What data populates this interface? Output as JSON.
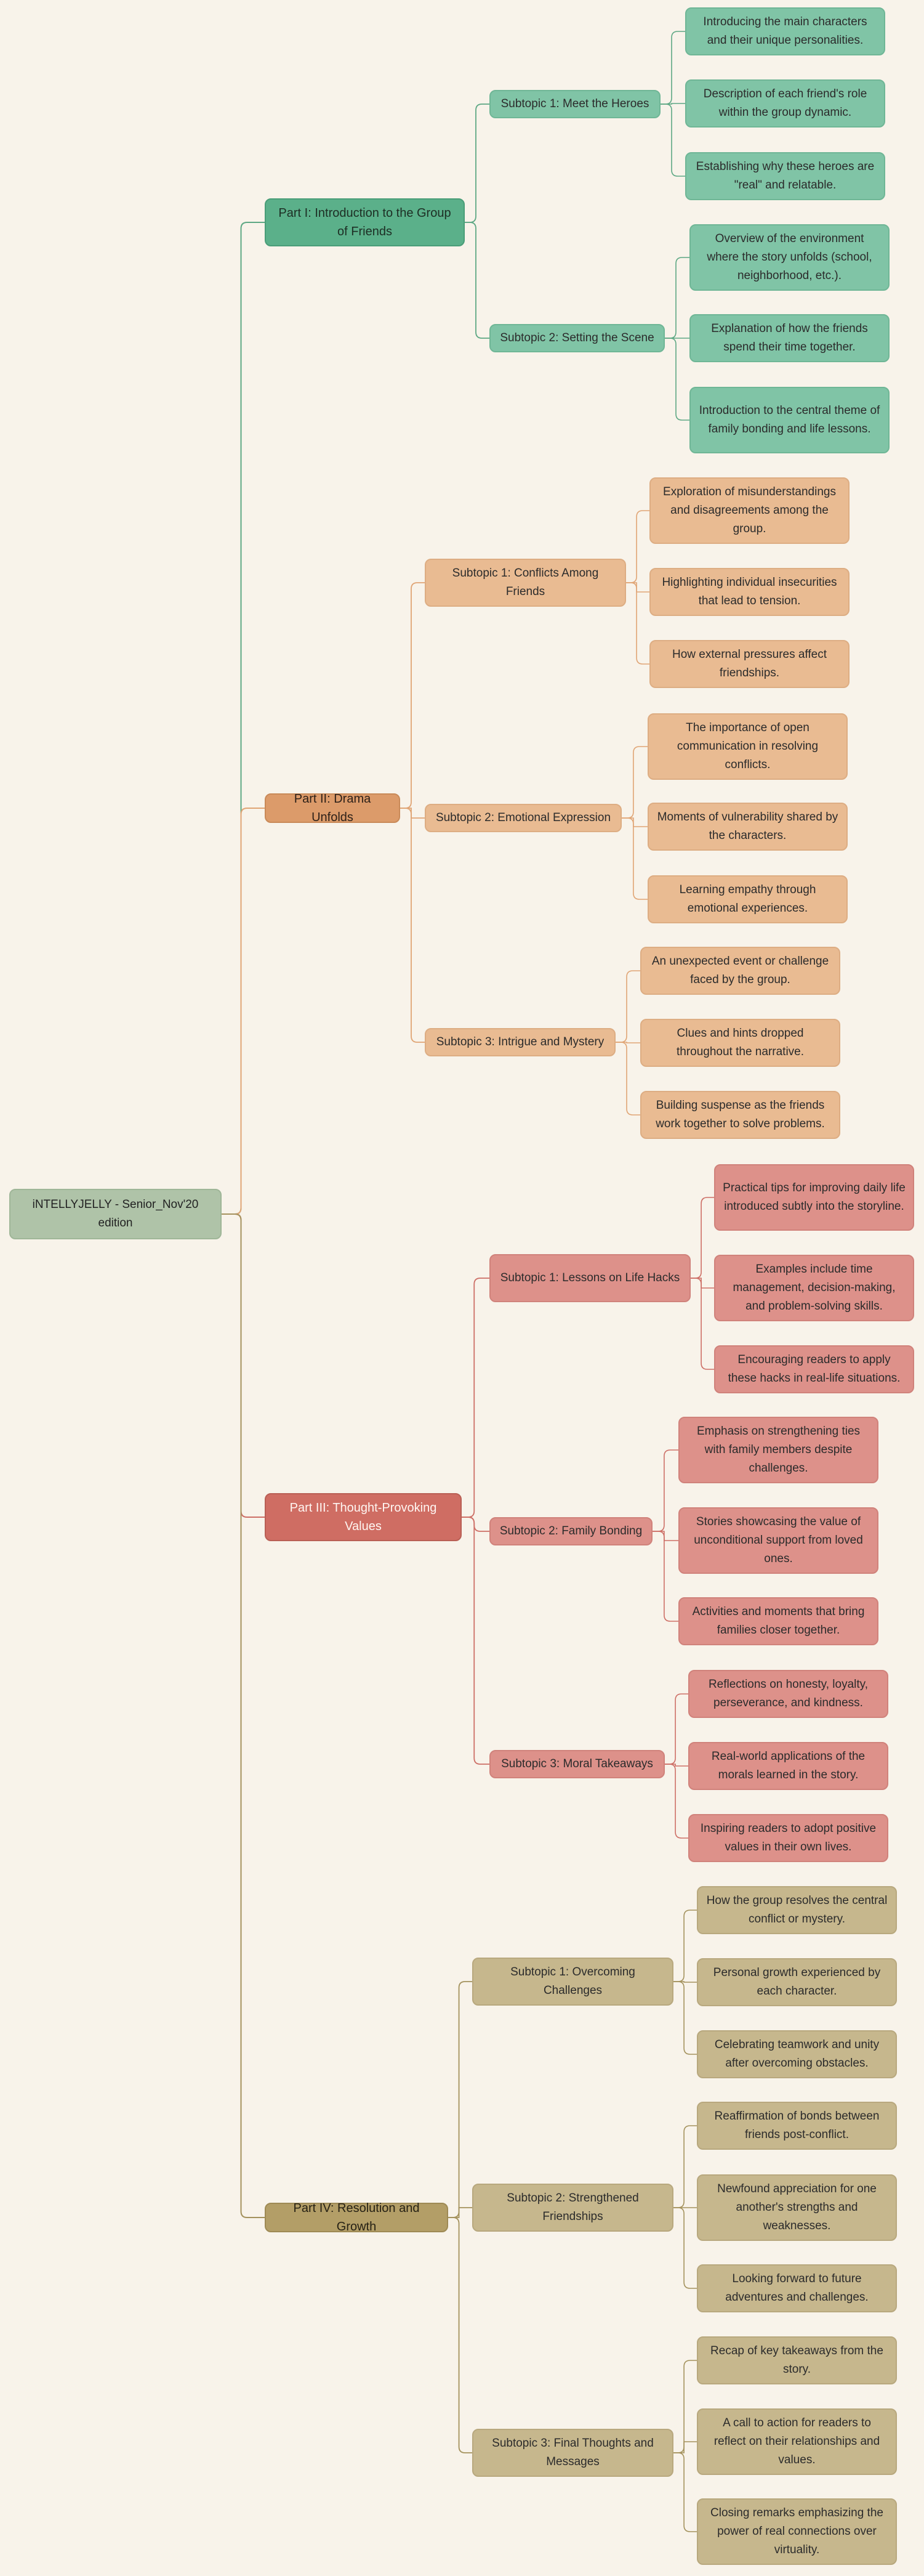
{
  "root": {
    "label": "iNTELLYJELLY - Senior_Nov'20 edition",
    "color": "#afc3a8"
  },
  "colors": {
    "background": "#f8f3ea",
    "green_branch": "#5ea884",
    "orange_branch": "#e0a575",
    "red_branch": "#cd6f66",
    "olive_branch": "#a4925d"
  },
  "parts": [
    {
      "label": "Part I: Introduction to the Group of Friends",
      "color": "green",
      "subtopics": [
        {
          "label": "Subtopic 1: Meet the Heroes",
          "items": [
            "Introducing the main characters and their unique personalities.",
            "Description of each friend's role within the group dynamic.",
            "Establishing why these heroes are \"real\" and relatable."
          ]
        },
        {
          "label": "Subtopic 2: Setting the Scene",
          "items": [
            "Overview of the environment where the story unfolds (school, neighborhood, etc.).",
            "Explanation of how the friends spend their time together.",
            "Introduction to the central theme of family bonding and life lessons."
          ]
        }
      ]
    },
    {
      "label": "Part II: Drama Unfolds",
      "color": "orange",
      "subtopics": [
        {
          "label": "Subtopic 1: Conflicts Among Friends",
          "items": [
            "Exploration of misunderstandings and disagreements among the group.",
            "Highlighting individual insecurities that lead to tension.",
            "How external pressures affect friendships."
          ]
        },
        {
          "label": "Subtopic 2: Emotional Expression",
          "items": [
            "The importance of open communication in resolving conflicts.",
            "Moments of vulnerability shared by the characters.",
            "Learning empathy through emotional experiences."
          ]
        },
        {
          "label": "Subtopic 3: Intrigue and Mystery",
          "items": [
            "An unexpected event or challenge faced by the group.",
            "Clues and hints dropped throughout the narrative.",
            "Building suspense as the friends work together to solve problems."
          ]
        }
      ]
    },
    {
      "label": "Part III: Thought-Provoking Values",
      "color": "red",
      "subtopics": [
        {
          "label": "Subtopic 1: Lessons on Life Hacks",
          "items": [
            "Practical tips for improving daily life introduced subtly into the storyline.",
            "Examples include time management, decision-making, and problem-solving skills.",
            "Encouraging readers to apply these hacks in real-life situations."
          ]
        },
        {
          "label": "Subtopic 2: Family Bonding",
          "items": [
            "Emphasis on strengthening ties with family members despite challenges.",
            "Stories showcasing the value of unconditional support from loved ones.",
            "Activities and moments that bring families closer together."
          ]
        },
        {
          "label": "Subtopic 3: Moral Takeaways",
          "items": [
            "Reflections on honesty, loyalty, perseverance, and kindness.",
            "Real-world applications of the morals learned in the story.",
            "Inspiring readers to adopt positive values in their own lives."
          ]
        }
      ]
    },
    {
      "label": "Part IV: Resolution and Growth",
      "color": "olive",
      "subtopics": [
        {
          "label": "Subtopic 1: Overcoming Challenges",
          "items": [
            "How the group resolves the central conflict or mystery.",
            "Personal growth experienced by each character.",
            "Celebrating teamwork and unity after overcoming obstacles."
          ]
        },
        {
          "label": "Subtopic 2: Strengthened Friendships",
          "items": [
            "Reaffirmation of bonds between friends post-conflict.",
            "Newfound appreciation for one another's strengths and weaknesses.",
            "Looking forward to future adventures and challenges."
          ]
        },
        {
          "label": "Subtopic 3: Final Thoughts and Messages",
          "items": [
            "Recap of key takeaways from the story.",
            "A call to action for readers to reflect on their relationships and values.",
            "Closing remarks emphasizing the power of real connections over virtuality."
          ]
        }
      ]
    }
  ]
}
